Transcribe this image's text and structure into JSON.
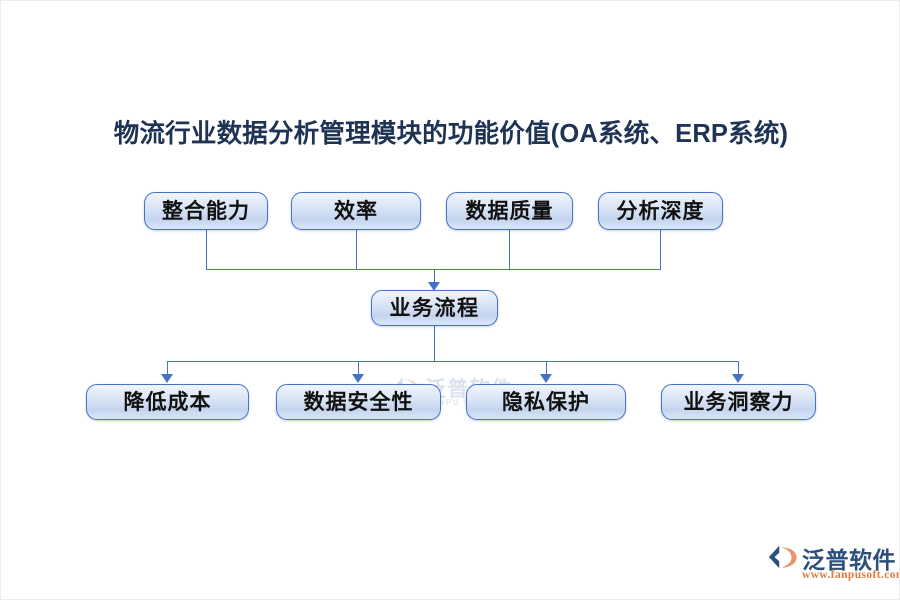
{
  "page": {
    "title": "物流行业数据分析管理模块的功能价值(OA系统、ERP系统)",
    "background_color": "#ffffff",
    "accent_color": "#4472c4",
    "title_color": "#1f3355",
    "box_border_color": "#4472c4"
  },
  "chart_data": {
    "type": "diagram",
    "title": "物流行业数据分析管理模块的功能价值(OA系统、ERP系统)",
    "diagram_kind": "flowchart-convergence-divergence",
    "levels": [
      {
        "name": "inputs",
        "nodes": [
          {
            "label": "整合能力"
          },
          {
            "label": "效率"
          },
          {
            "label": "数据质量"
          },
          {
            "label": "分析深度"
          }
        ]
      },
      {
        "name": "process",
        "nodes": [
          {
            "label": "业务流程"
          }
        ]
      },
      {
        "name": "outcomes",
        "nodes": [
          {
            "label": "降低成本"
          },
          {
            "label": "数据安全性"
          },
          {
            "label": "隐私保护"
          },
          {
            "label": "业务洞察力"
          }
        ]
      }
    ],
    "edges": [
      {
        "from": "整合能力",
        "to": "业务流程"
      },
      {
        "from": "效率",
        "to": "业务流程"
      },
      {
        "from": "数据质量",
        "to": "业务流程"
      },
      {
        "from": "分析深度",
        "to": "业务流程"
      },
      {
        "from": "业务流程",
        "to": "降低成本"
      },
      {
        "from": "业务流程",
        "to": "数据安全性"
      },
      {
        "from": "业务流程",
        "to": "隐私保护"
      },
      {
        "from": "业务流程",
        "to": "业务洞察力"
      }
    ]
  },
  "top_row": [
    {
      "label": "整合能力"
    },
    {
      "label": "效率"
    },
    {
      "label": "数据质量"
    },
    {
      "label": "分析深度"
    }
  ],
  "middle": {
    "label": "业务流程"
  },
  "bottom_row": [
    {
      "label": "降低成本"
    },
    {
      "label": "数据安全性"
    },
    {
      "label": "隐私保护"
    },
    {
      "label": "业务洞察力"
    }
  ],
  "watermark": {
    "text_cn": "泛普软件",
    "text_en": "FANPU SOFTWARE"
  },
  "logo": {
    "text_cn": "泛普软件",
    "url": "www.fanpusoft.com",
    "mark_color": "#2d4f7c",
    "accent_color": "#e8956b",
    "url_color": "#e2793c"
  }
}
